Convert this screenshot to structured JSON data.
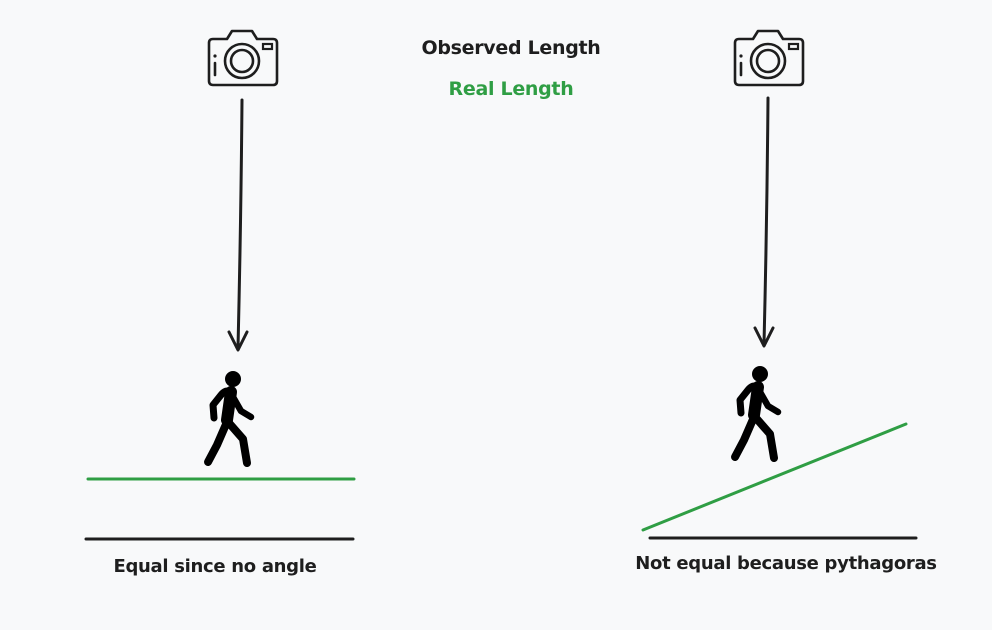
{
  "legend": {
    "observed": {
      "label": "Observed Length",
      "color": "#1e1e1e"
    },
    "real": {
      "label": "Real Length",
      "color": "#2f9e44"
    }
  },
  "panels": [
    {
      "id": "flat",
      "caption": "Equal since no angle",
      "icons": [
        "camera-icon",
        "walking-person-icon"
      ]
    },
    {
      "id": "slope",
      "caption": "Not equal because pythagoras",
      "icons": [
        "camera-icon",
        "walking-person-icon"
      ]
    }
  ],
  "colors": {
    "background": "#f8f9fa",
    "ink": "#1e1e1e",
    "green": "#2f9e44"
  }
}
